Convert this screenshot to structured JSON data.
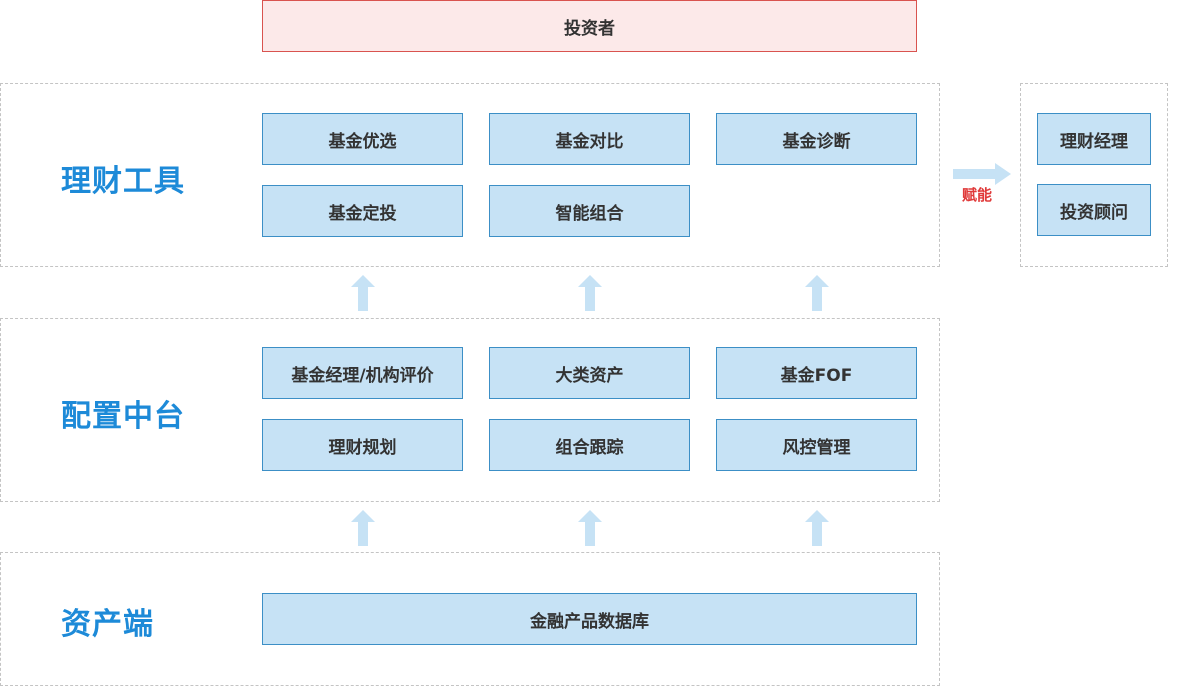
{
  "investor": {
    "label": "投资者"
  },
  "tools": {
    "title": "理财工具",
    "items": [
      "基金优选",
      "基金对比",
      "基金诊断",
      "基金定投",
      "智能组合"
    ]
  },
  "empower": {
    "label": "赋能",
    "roles": [
      "理财经理",
      "投资顾问"
    ]
  },
  "middle": {
    "title": "配置中台",
    "items": [
      "基金经理/机构评价",
      "大类资产",
      "基金FOF",
      "理财规划",
      "组合跟踪",
      "风控管理"
    ]
  },
  "assets": {
    "title": "资产端",
    "db": "金融产品数据库"
  },
  "colors": {
    "accent": "#1d8ad8",
    "box_fill": "#c6e2f5",
    "box_border": "#3c8fc6",
    "investor_fill": "#fce9e9",
    "investor_border": "#d9534f",
    "empower_text": "#e03a3a",
    "arrow": "#c6e2f5"
  }
}
